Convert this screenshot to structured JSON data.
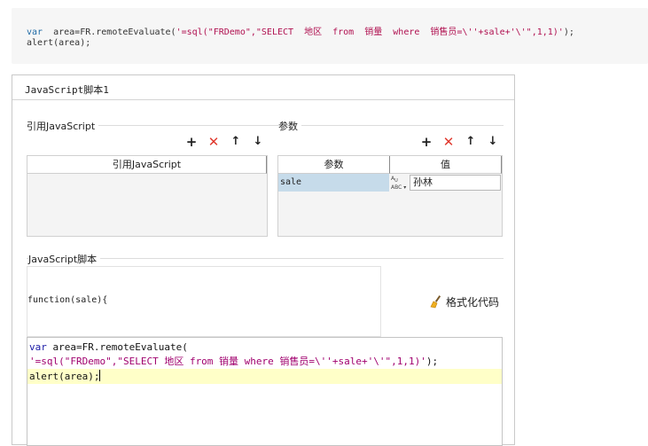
{
  "snippet": {
    "line1": {
      "kw": "var",
      "mid": "  area=FR.remoteEvaluate(",
      "str": "'=sql(\"FRDemo\",\"SELECT  地区  from  销量  where  销售员=\\''+sale+'\\'\",1,1)'",
      "end": ");"
    },
    "line2": "alert(area);"
  },
  "dialog": {
    "title": "JavaScript脚本1",
    "ref_section": {
      "label": "引用JavaScript",
      "column_header": "引用JavaScript"
    },
    "param_section": {
      "label": "参数",
      "columns": [
        "参数",
        "值"
      ],
      "rows": [
        {
          "name": "sale",
          "type_badge": "ABC",
          "value": "孙林"
        }
      ]
    },
    "toolbar": {
      "add": "+",
      "delete": "✕",
      "up": "↑",
      "down": "↓"
    },
    "script_section": {
      "label": "JavaScript脚本",
      "function_signature": "function(sale){",
      "format_button": "格式化代码"
    },
    "editor": {
      "line1_kw": "var",
      "line1_rest": " area=FR.remoteEvaluate(",
      "line2": "'=sql(\"FRDemo\",\"SELECT 地区 from 销量 where 销售员=\\''+sale+'\\'\",1,1)'",
      "line2_end": ");",
      "line3": "alert(area);"
    }
  }
}
